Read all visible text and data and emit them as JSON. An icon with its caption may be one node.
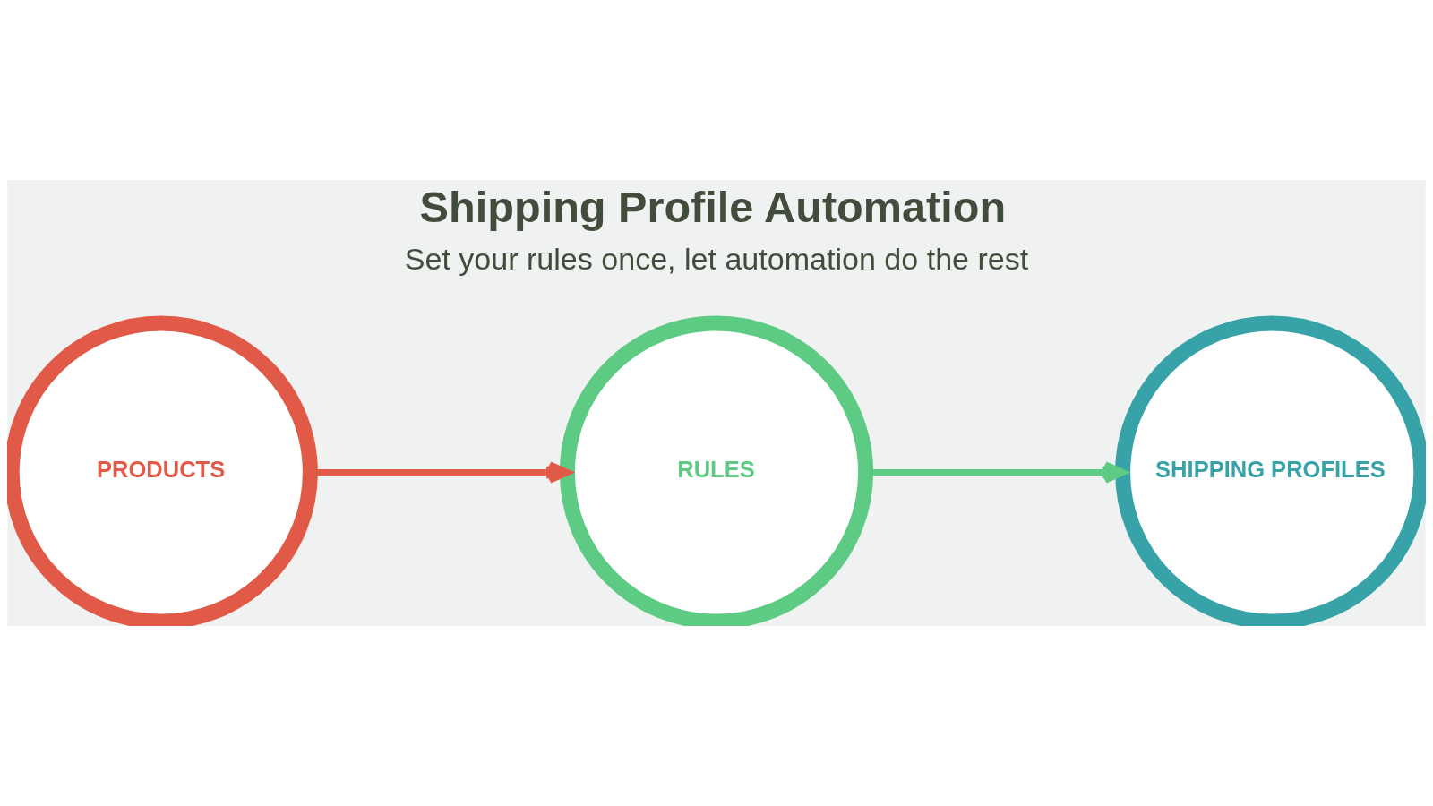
{
  "diagram": {
    "title": "Shipping Profile Automation",
    "nodes": [
      {
        "text": [
          "PRODUCTS"
        ]
      },
      {
        "text": [
          "RULES"
        ]
      },
      {
        "text": [
          "SHIPPING PROFILES"
        ]
      }
    ],
    "edges": [
      {
        "from": 0,
        "to": 1,
        "arrow": "to",
        "color": "#e05a47"
      },
      {
        "from": 1,
        "to": 2,
        "arrow": "to",
        "color": "#5ecb84"
      }
    ],
    "labels": [
      "Set your rules once, let automation do the rest"
    ]
  }
}
